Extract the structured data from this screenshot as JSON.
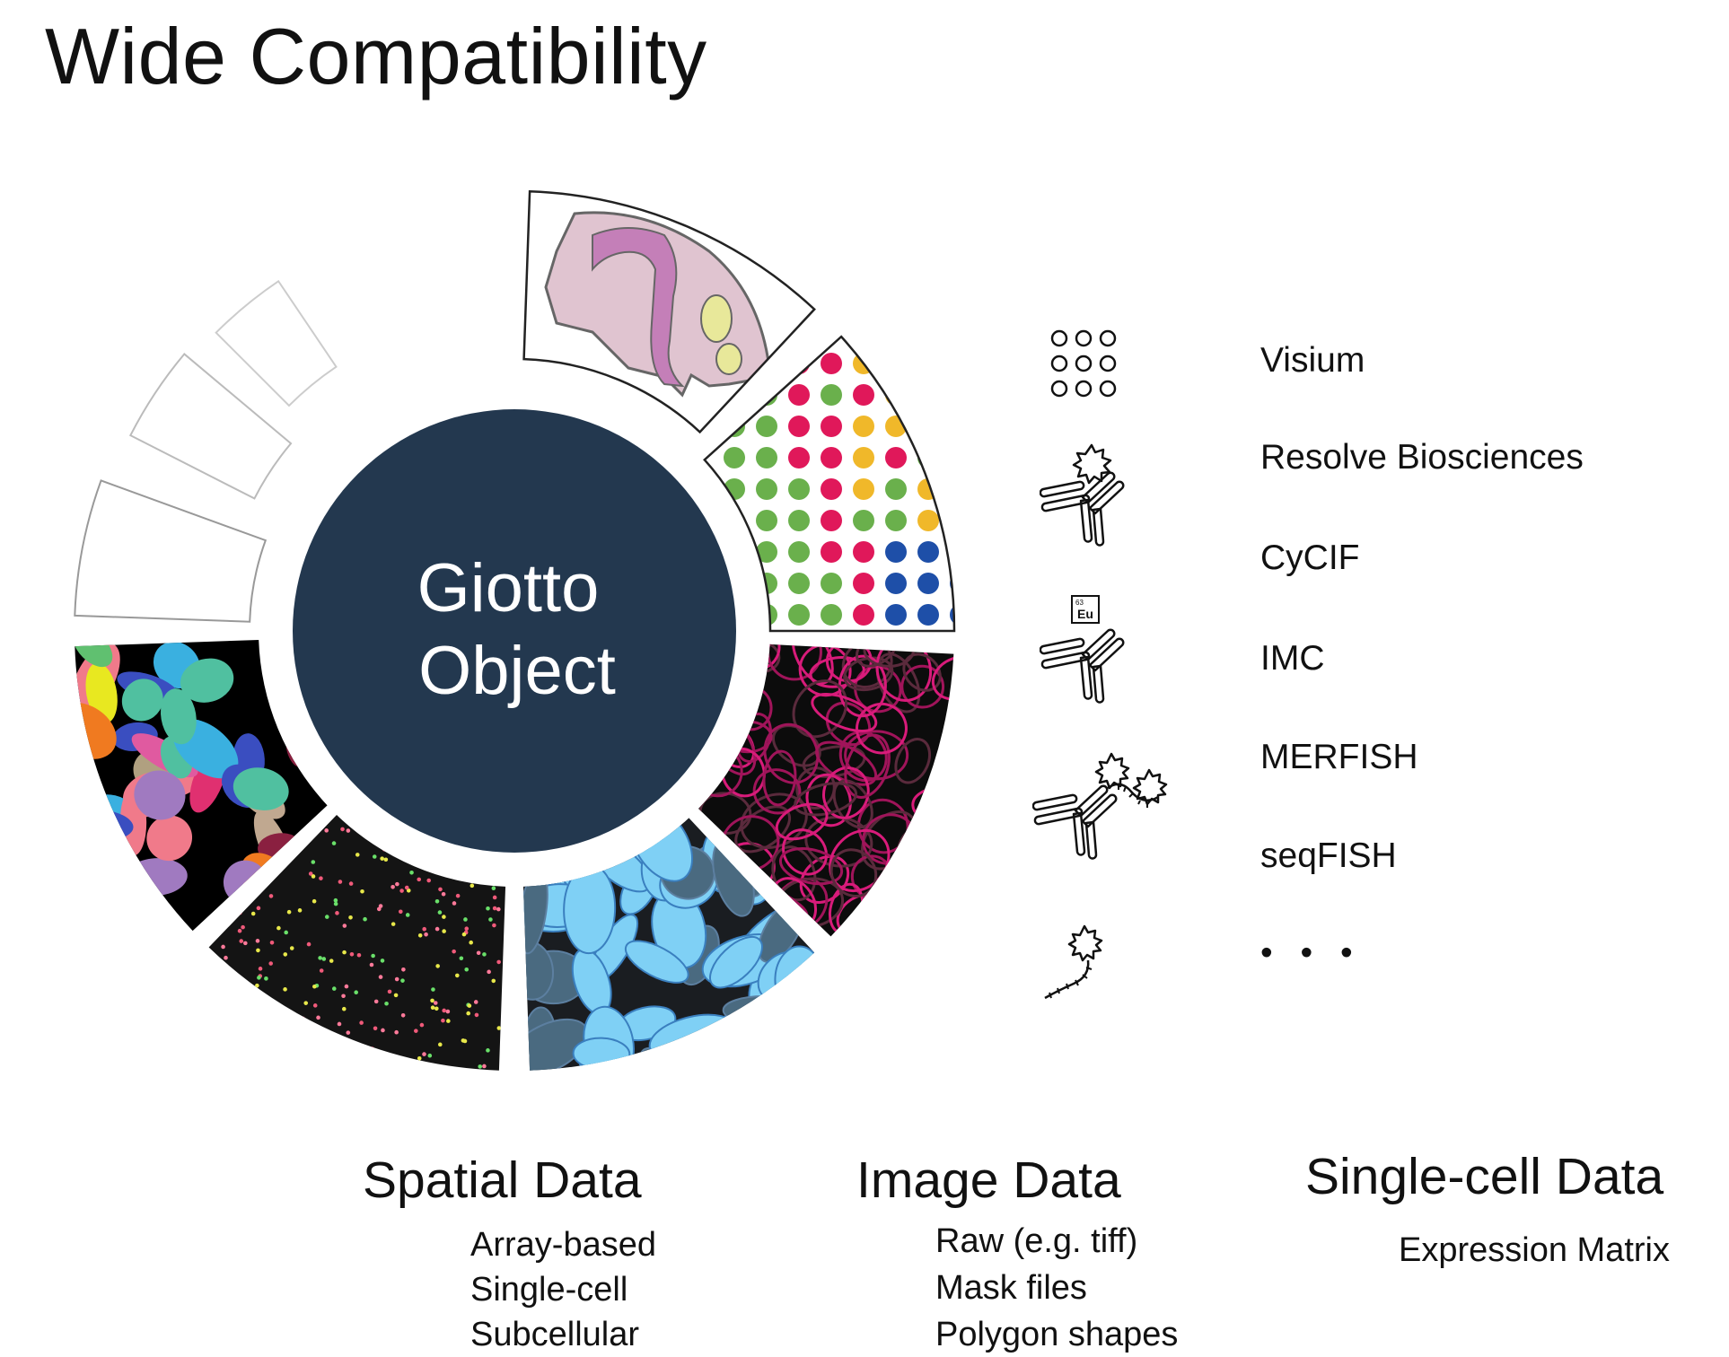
{
  "header": {
    "title": "Wide Compatibility"
  },
  "center": {
    "line1": "Giotto",
    "line2": "Object"
  },
  "technologies": [
    {
      "label": "Visium",
      "icon": "spot-array-icon"
    },
    {
      "label": "Resolve Biosciences",
      "icon": "antibody-probe-icon"
    },
    {
      "label": "CyCIF",
      "icon": "antibody-europium-icon"
    },
    {
      "label": "IMC",
      "icon": "antibody-rna-probe-icon"
    },
    {
      "label": "MERFISH",
      "icon": "rna-probe-icon"
    },
    {
      "label": "seqFISH",
      "icon": ""
    },
    {
      "label": "• • •",
      "icon": ""
    }
  ],
  "sections": {
    "spatial": {
      "title": "Spatial Data",
      "items": [
        "Array-based",
        "Single-cell",
        "Subcellular"
      ]
    },
    "image": {
      "title": "Image Data",
      "items": [
        "Raw (e.g. tiff)",
        "Mask files",
        "Polygon shapes"
      ]
    },
    "singlecell": {
      "title": "Single-cell Data",
      "items": [
        "Expression Matrix"
      ]
    }
  },
  "colors": {
    "center_fill": "#23384f",
    "tissue_fill": "#e0c4d0",
    "tissue_region": "#c47fb8",
    "tissue_spot": "#e8e89a",
    "dot_red": "#e0185a",
    "dot_yellow": "#f0b82a",
    "dot_green": "#6ab04c",
    "dot_blue": "#1e4fa8",
    "mask_pink": "#d81b7a",
    "polygon_blue": "#7fd0f5"
  }
}
